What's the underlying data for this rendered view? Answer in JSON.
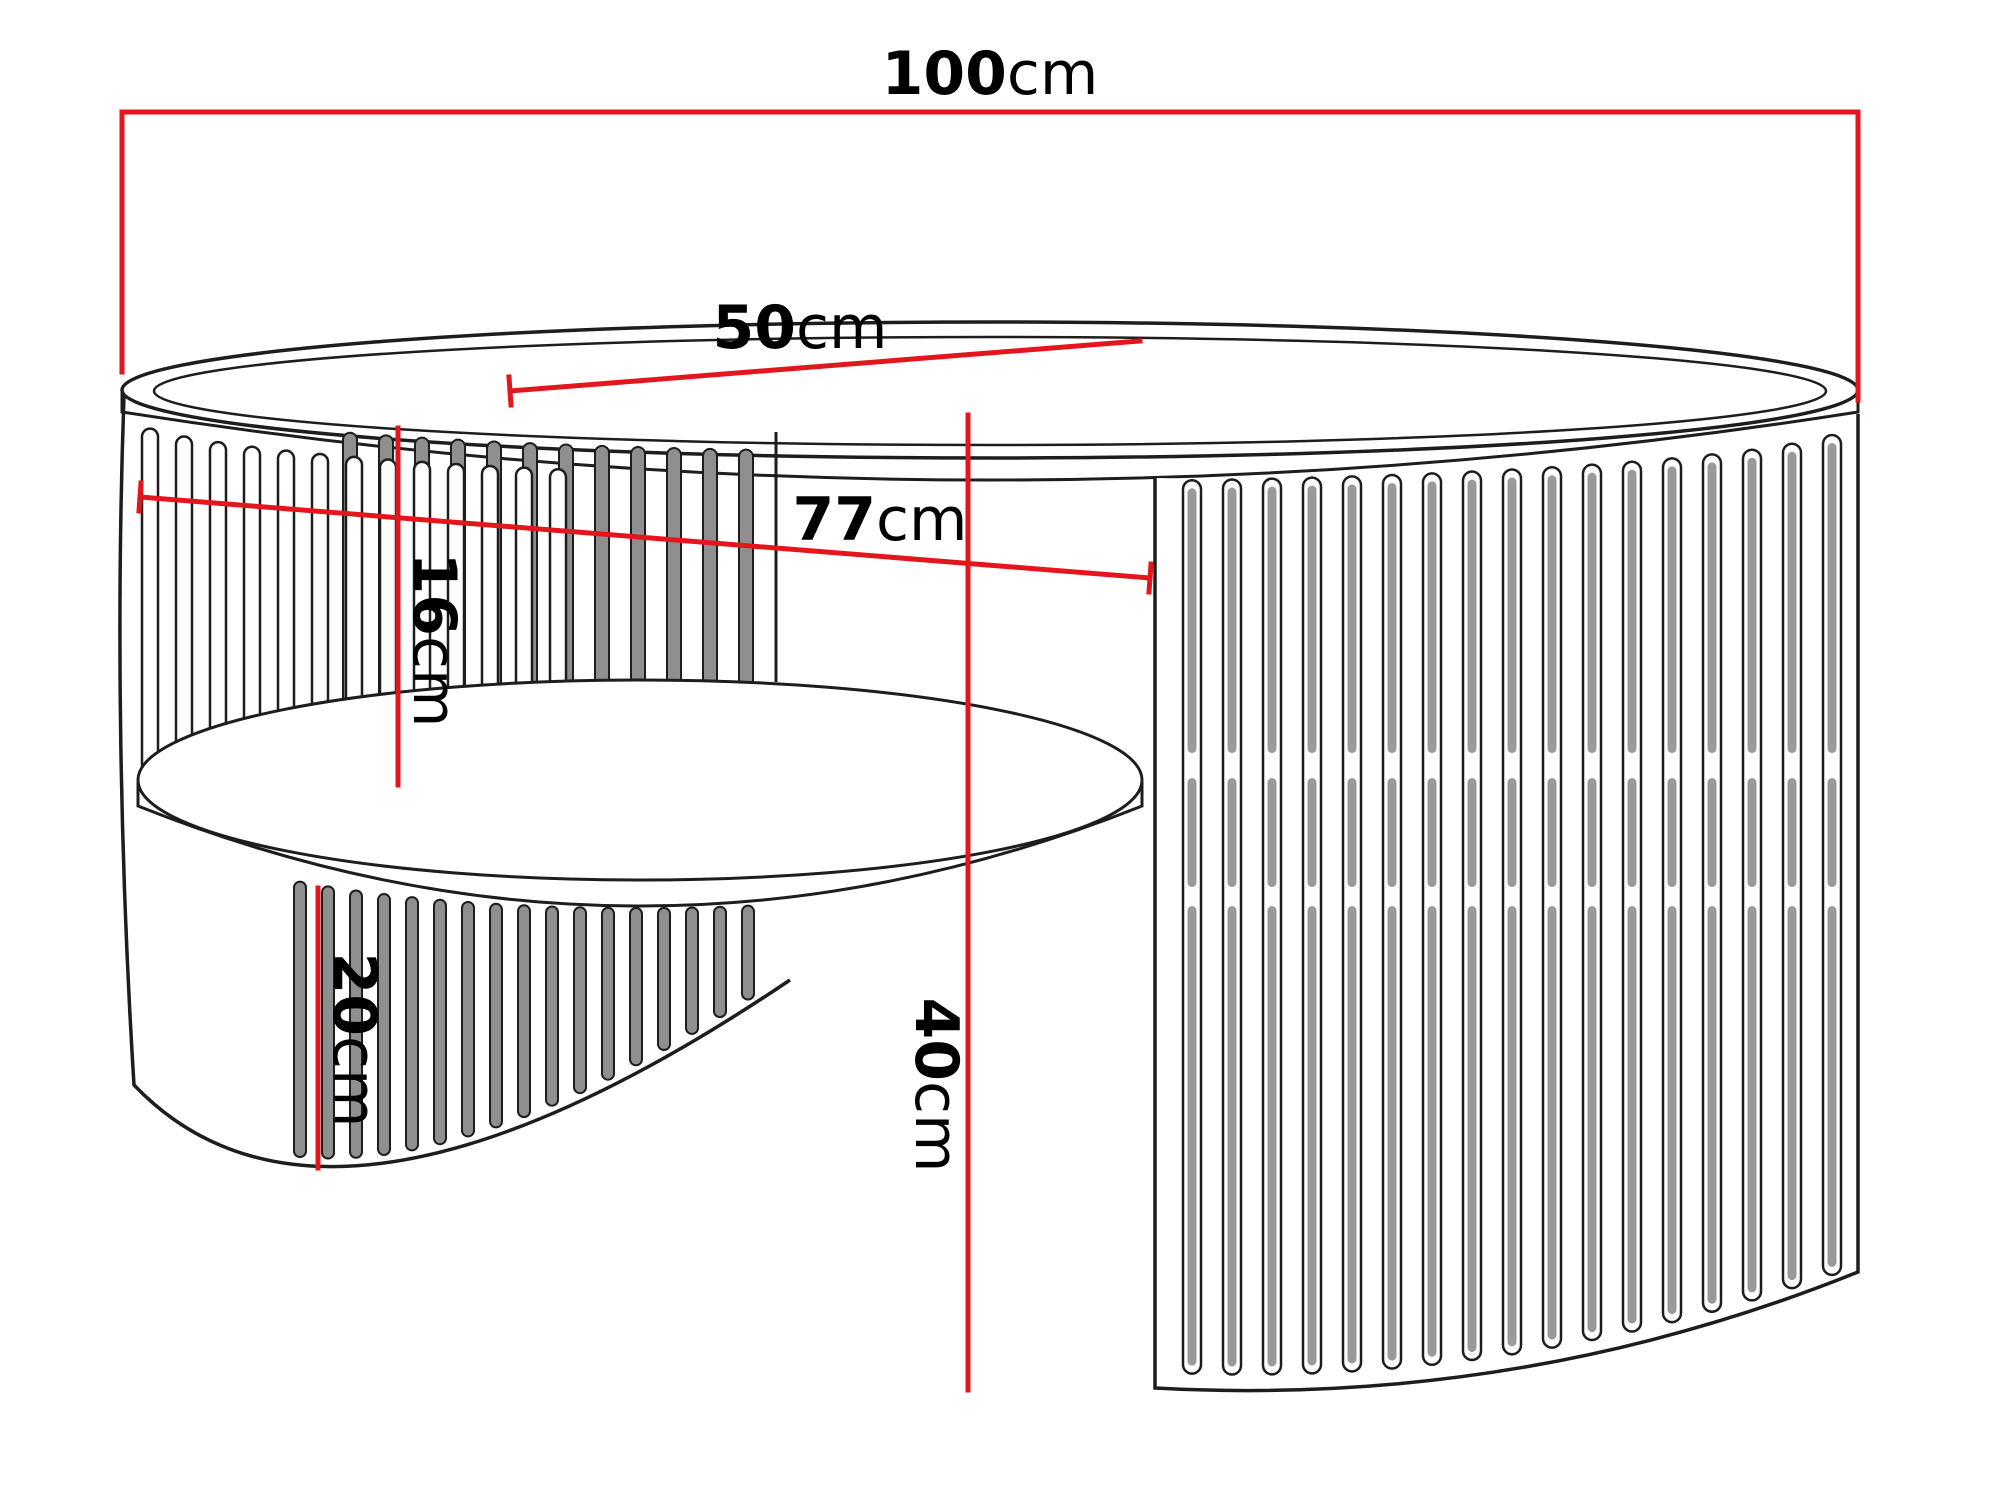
{
  "diagram": {
    "unit": "cm",
    "colors": {
      "dimension_line": "#e4161d",
      "line_art": "#1d1d1b",
      "background": "#ffffff",
      "slat_shade": "#8f8f8f"
    },
    "dimensions": {
      "width": {
        "value": "100",
        "unit": "cm"
      },
      "depth": {
        "value": "50",
        "unit": "cm"
      },
      "inner_width": {
        "value": "77",
        "unit": "cm"
      },
      "shelf_gap": {
        "value": "16",
        "unit": "cm"
      },
      "clearance": {
        "value": "20",
        "unit": "cm"
      },
      "height": {
        "value": "40",
        "unit": "cm"
      }
    }
  }
}
